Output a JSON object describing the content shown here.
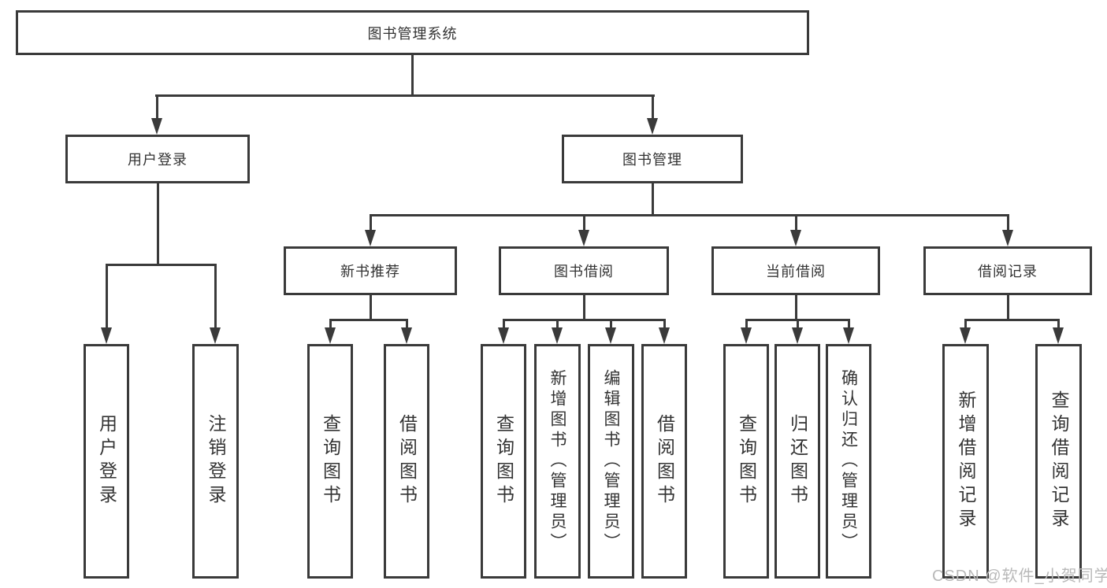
{
  "root": {
    "label": "图书管理系统"
  },
  "level2": [
    {
      "label": "用户登录"
    },
    {
      "label": "图书管理"
    }
  ],
  "level3": [
    {
      "label": "新书推荐",
      "parent": "图书管理"
    },
    {
      "label": "图书借阅",
      "parent": "图书管理"
    },
    {
      "label": "当前借阅",
      "parent": "图书管理"
    },
    {
      "label": "借阅记录",
      "parent": "图书管理"
    }
  ],
  "leaves": [
    {
      "label": "用户登录",
      "parent": "用户登录"
    },
    {
      "label": "注销登录",
      "parent": "用户登录"
    },
    {
      "label": "查询图书",
      "parent": "新书推荐"
    },
    {
      "label": "借阅图书",
      "parent": "新书推荐"
    },
    {
      "label": "查询图书",
      "parent": "图书借阅"
    },
    {
      "label": "新增图书（管理员）",
      "parent": "图书借阅"
    },
    {
      "label": "编辑图书（管理员）",
      "parent": "图书借阅"
    },
    {
      "label": "借阅图书",
      "parent": "图书借阅"
    },
    {
      "label": "查询图书",
      "parent": "当前借阅"
    },
    {
      "label": "归还图书",
      "parent": "当前借阅"
    },
    {
      "label": "确认归还（管理员）",
      "parent": "当前借阅"
    },
    {
      "label": "新增借阅记录",
      "parent": "借阅记录"
    },
    {
      "label": "查询借阅记录",
      "parent": "借阅记录"
    }
  ],
  "watermark": "CSDN @软件_小贺同学",
  "colors": {
    "line": "#3a3a3a",
    "text": "#333333",
    "watermark": "#b9b9b9",
    "background": "#ffffff"
  }
}
